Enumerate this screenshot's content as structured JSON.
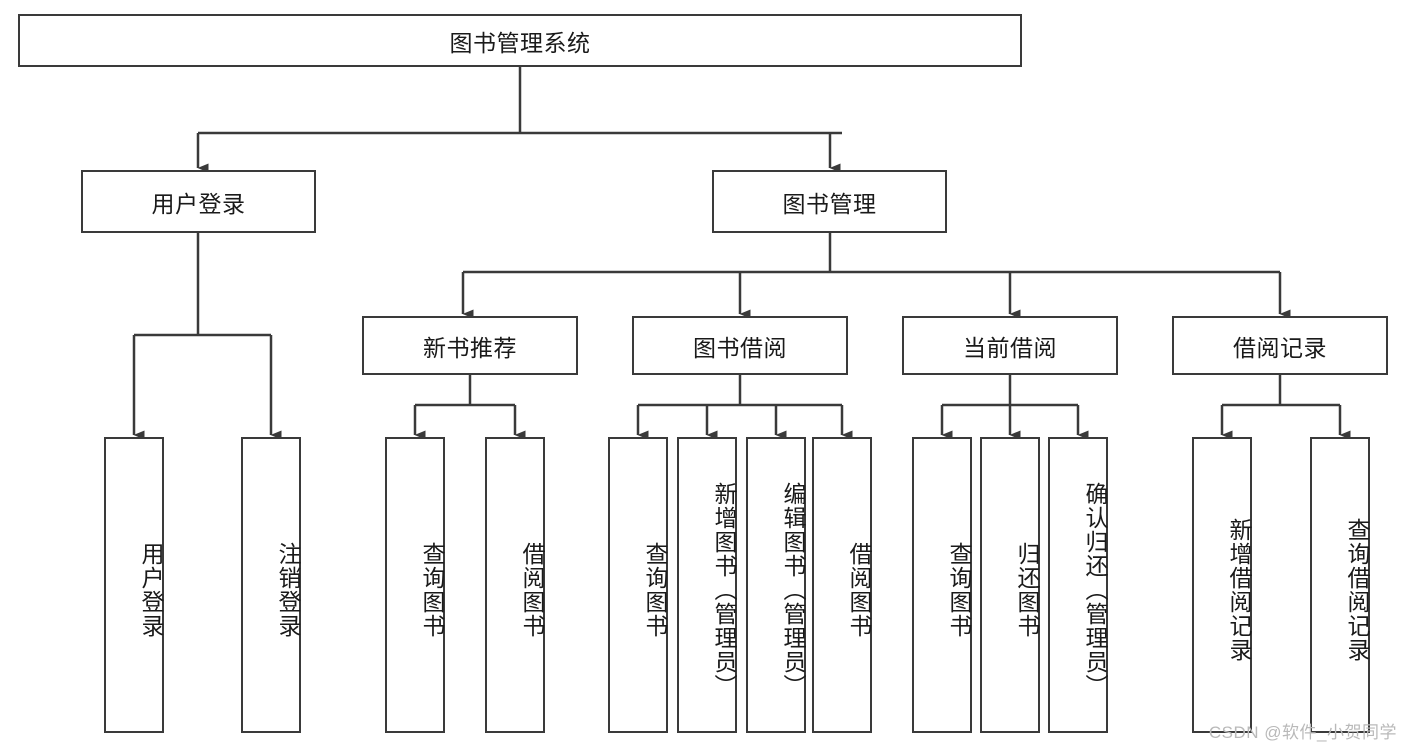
{
  "diagram": {
    "title_node": {
      "label": "图书管理系统"
    },
    "level2": [
      {
        "label": "用户登录"
      },
      {
        "label": "图书管理"
      }
    ],
    "level3": [
      {
        "label": "新书推荐"
      },
      {
        "label": "图书借阅"
      },
      {
        "label": "当前借阅"
      },
      {
        "label": "借阅记录"
      }
    ],
    "leaves": {
      "user_login": [
        {
          "label": "用户登录"
        },
        {
          "label": "注销登录"
        }
      ],
      "new_book_recommend": [
        {
          "label": "查询图书"
        },
        {
          "label": "借阅图书"
        }
      ],
      "book_borrow": [
        {
          "label": "查询图书"
        },
        {
          "label": "新增图书（管理员）"
        },
        {
          "label": "编辑图书（管理员）"
        },
        {
          "label": "借阅图书"
        }
      ],
      "current_borrow": [
        {
          "label": "查询图书"
        },
        {
          "label": "归还图书"
        },
        {
          "label": "确认归还（管理员）"
        }
      ],
      "borrow_record": [
        {
          "label": "新增借阅记录"
        },
        {
          "label": "查询借阅记录"
        }
      ]
    }
  },
  "watermark": {
    "text": "CSDN @软件_小贺同学"
  },
  "colors": {
    "border": "#3a3a3a",
    "text": "#1a1a1a",
    "background": "#ffffff",
    "watermark": "#b9b9b9"
  }
}
